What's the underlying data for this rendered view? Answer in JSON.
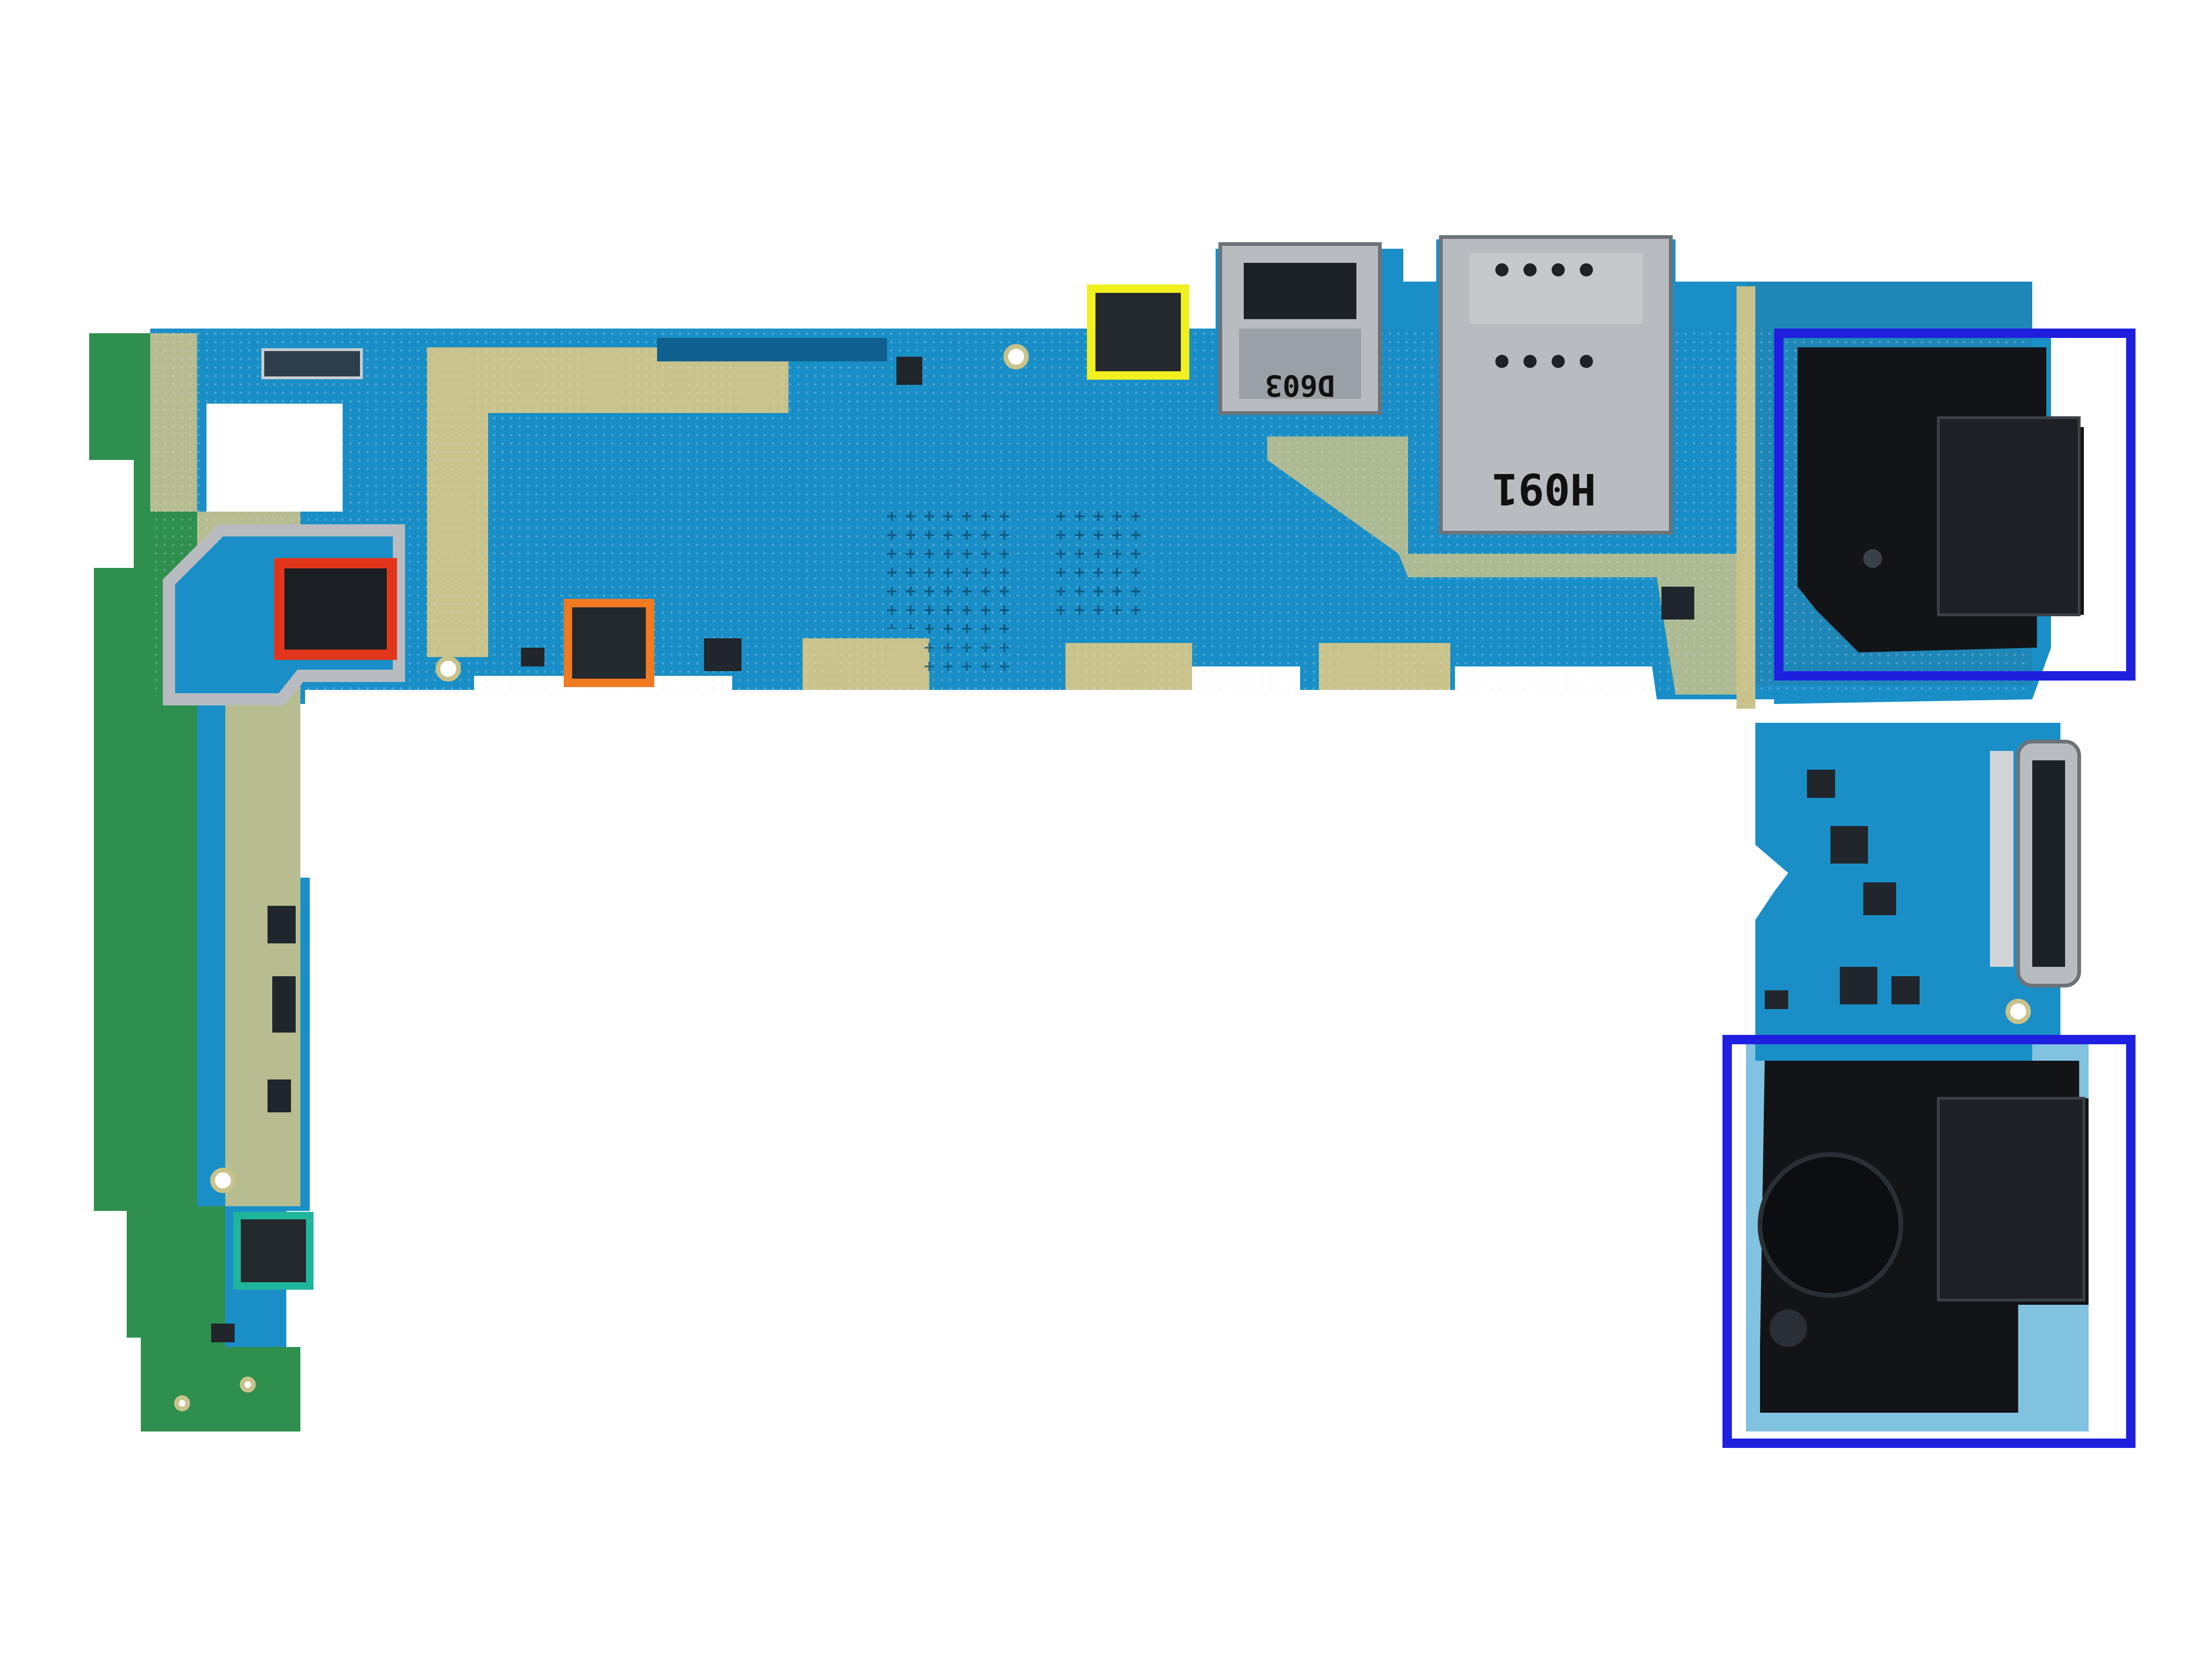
{
  "image": {
    "kind": "photo",
    "subject": "mainboard"
  },
  "colors": {
    "background": "#ffffff",
    "pcb_blue": "#1a8fc7",
    "pcb_blue_dark": "#1478ad",
    "pcb_green": "#2e8f4e",
    "gold_pad": "#c9c28a",
    "shield_black": "#121418",
    "metal": "#b8bcc0",
    "highlight_red": "#e2361c",
    "highlight_orange": "#f07a22",
    "highlight_yellow": "#f2ef1e",
    "highlight_teal": "#1fb59c",
    "highlight_blue": "#1f1fe0"
  },
  "highlights": [
    {
      "color_name": "red"
    },
    {
      "color_name": "orange"
    },
    {
      "color_name": "yellow"
    },
    {
      "color_name": "teal"
    },
    {
      "color_name": "blue"
    },
    {
      "color_name": "blue"
    }
  ],
  "stencils": {
    "sim_tray": "H091",
    "sd_tray": "D603"
  }
}
